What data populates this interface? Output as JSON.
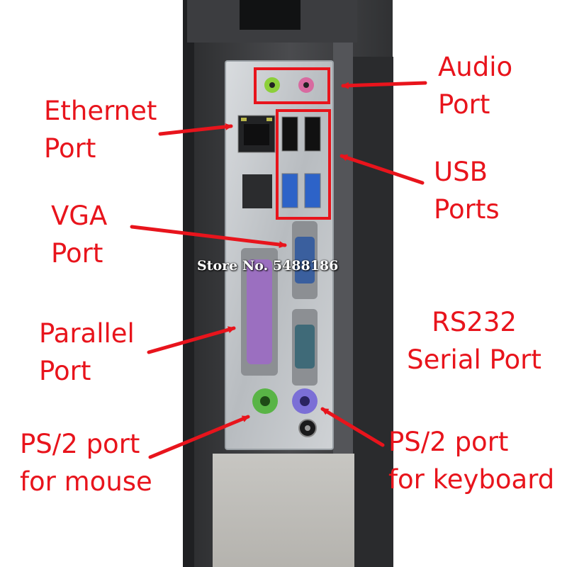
{
  "colors": {
    "label_text": "#e8141c",
    "arrow": "#e8141c",
    "highlight_box": "#e8141c",
    "watermark_text": "#ffffff",
    "case_body": "#3a3b3d",
    "io_shield": "#c9ccd0",
    "audio_green": "#8ccf3a",
    "audio_pink": "#d86aa0",
    "usb3_blue": "#2d63c8",
    "parallel_purple": "#9b6fc0",
    "vga_blue": "#3a5f9e",
    "serial_teal": "#3f6a78",
    "ps2_green": "#59b446",
    "ps2_purple": "#7b6fd6"
  },
  "labels": {
    "audio": {
      "line1": "Audio",
      "line2": "Port"
    },
    "ethernet": {
      "line1": "Ethernet",
      "line2": "Port"
    },
    "usb": {
      "line1": "USB",
      "line2": "Ports"
    },
    "vga": {
      "line1": "VGA",
      "line2": "Port"
    },
    "rs232": {
      "line1": "RS232",
      "line2": "Serial Port"
    },
    "parallel": {
      "line1": "Parallel",
      "line2": "Port"
    },
    "ps2_mouse": {
      "line1": "PS/2 port",
      "line2": "for mouse"
    },
    "ps2_keyboard": {
      "line1": "PS/2 port",
      "line2": "for keyboard"
    }
  },
  "watermark": "Store No. 5488186",
  "icons": {
    "ethernet": "ethernet-port-icon",
    "usb": "usb-port-icon",
    "audio": "audio-jack-icon",
    "vga": "vga-connector-icon",
    "parallel": "parallel-connector-icon",
    "serial": "serial-db9-connector-icon",
    "ps2": "ps2-port-icon",
    "dc_power": "dc-power-jack-icon"
  }
}
